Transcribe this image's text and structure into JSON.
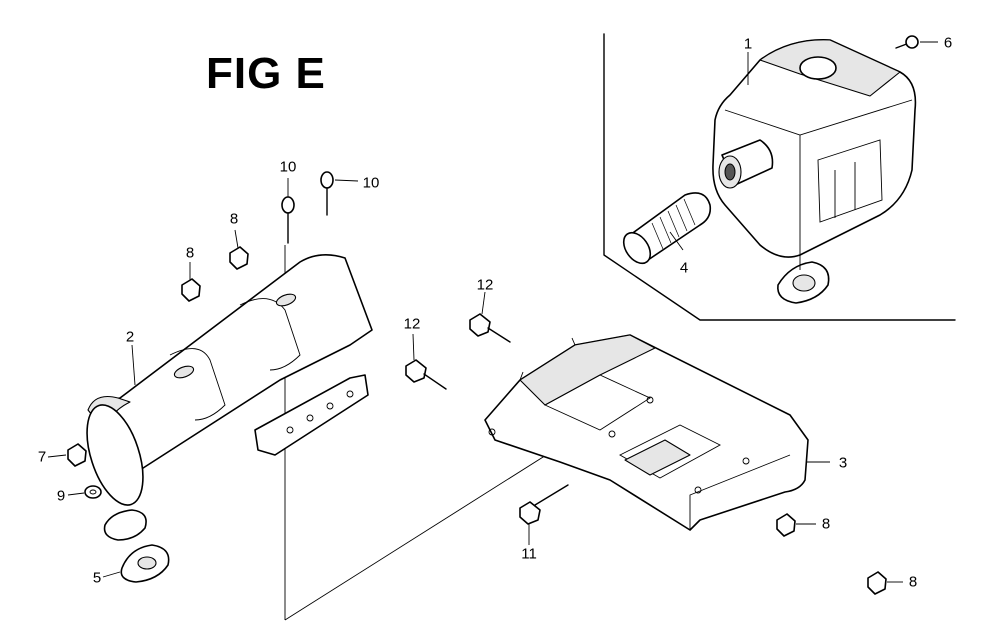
{
  "figure": {
    "title": "FIG E"
  },
  "callouts": [
    {
      "id": "c1",
      "label": "1",
      "part": "muffler"
    },
    {
      "id": "c6",
      "label": "6",
      "part": "screw"
    },
    {
      "id": "c4",
      "label": "4",
      "part": "spark-arrester"
    },
    {
      "id": "c10a",
      "label": "10",
      "part": "bolt"
    },
    {
      "id": "c10b",
      "label": "10",
      "part": "bolt"
    },
    {
      "id": "c8a",
      "label": "8",
      "part": "nut"
    },
    {
      "id": "c8b",
      "label": "8",
      "part": "nut"
    },
    {
      "id": "c8c",
      "label": "8",
      "part": "nut"
    },
    {
      "id": "c8d",
      "label": "8",
      "part": "nut"
    },
    {
      "id": "c2",
      "label": "2",
      "part": "muffler-protector"
    },
    {
      "id": "c12a",
      "label": "12",
      "part": "bolt"
    },
    {
      "id": "c12b",
      "label": "12",
      "part": "bolt"
    },
    {
      "id": "c3",
      "label": "3",
      "part": "muffler-stay"
    },
    {
      "id": "c7",
      "label": "7",
      "part": "nut"
    },
    {
      "id": "c9",
      "label": "9",
      "part": "washer"
    },
    {
      "id": "c5",
      "label": "5",
      "part": "gasket"
    },
    {
      "id": "c11",
      "label": "11",
      "part": "bolt"
    }
  ]
}
